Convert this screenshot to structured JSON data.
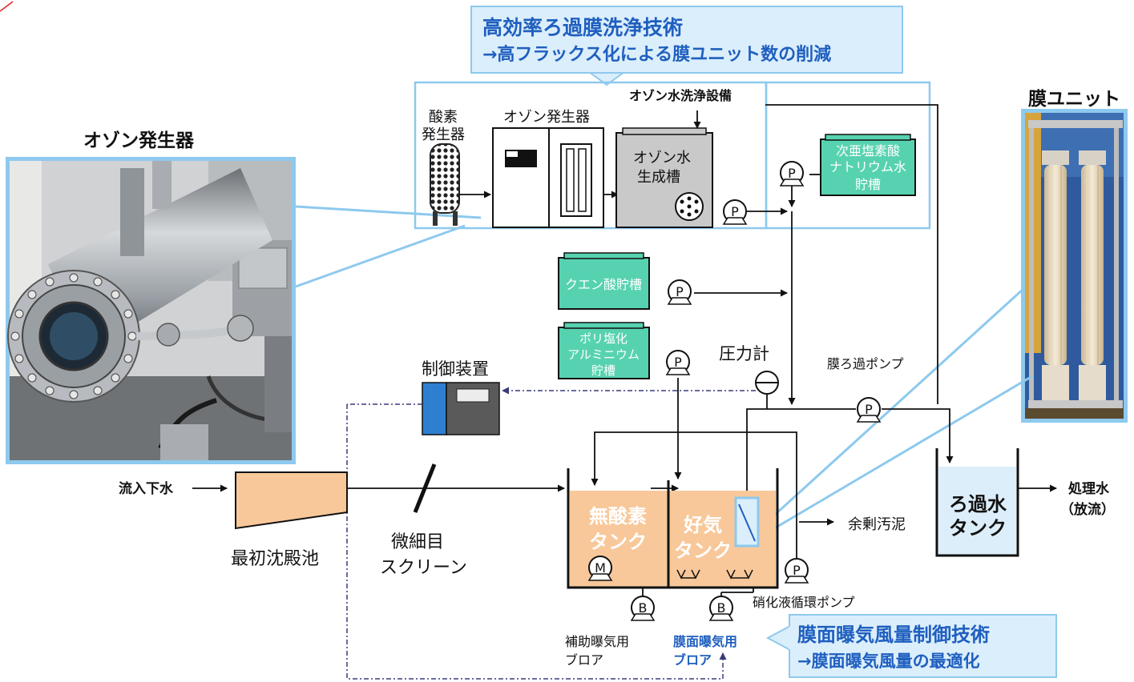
{
  "callouts": {
    "top_title": "高効率ろ過膜洗浄技術",
    "top_sub": "→高フラックス化による膜ユニット数の削減",
    "bottom_title": "膜面曝気風量制御技術",
    "bottom_sub": "→膜面曝気風量の最適化"
  },
  "photos": {
    "ozone_title": "オゾン発生器",
    "membrane_title": "膜ユニット"
  },
  "ozone_system": {
    "oxygen_line1": "酸素",
    "oxygen_line2": "発生器",
    "ozone_gen": "オゾン発生器",
    "wash_equipment": "オゾン水洗浄設備",
    "ozone_tank_line1": "オゾン水",
    "ozone_tank_line2": "生成槽",
    "hypo_line1": "次亜塩素酸",
    "hypo_line2": "ナトリウム水",
    "hypo_line3": "貯槽"
  },
  "chemicals": {
    "citric": "クエン酸貯槽",
    "pac_line1": "ポリ塩化",
    "pac_line2": "アルミニウム",
    "pac_line3": "貯槽"
  },
  "process": {
    "controller": "制御装置",
    "pressure_gauge": "圧力計",
    "filtration_pump": "膜ろ過ポンプ",
    "influent": "流入下水",
    "primary_line1": "最初沈殿池",
    "screen_line1": "微細目",
    "screen_line2": "スクリーン",
    "anoxic_line1": "無酸素",
    "anoxic_line2": "タンク",
    "aerobic_line1": "好気",
    "aerobic_line2": "タンク",
    "excess_sludge": "余剰汚泥",
    "filtrate_line1": "ろ過水",
    "filtrate_line2": "タンク",
    "effluent_line1": "処理水",
    "effluent_line2": "（放流）",
    "nitrified_pump": "硝化液循環ポンプ",
    "aux_blower_line1": "補助曝気用",
    "aux_blower_line2": "ブロア",
    "mem_blower_line1": "膜面曝気用",
    "mem_blower_line2": "ブロア"
  },
  "symbols": {
    "pump": "P",
    "blower": "B",
    "mixer": "M"
  },
  "colors": {
    "callout_text": "#1f5fbf",
    "callout_border": "#8ec9ee",
    "tank_fill": "#f8c89a",
    "chem_fill": "#57d2b0",
    "filtrate_fill": "#dcebf8",
    "tank_text": "#ffffff"
  }
}
